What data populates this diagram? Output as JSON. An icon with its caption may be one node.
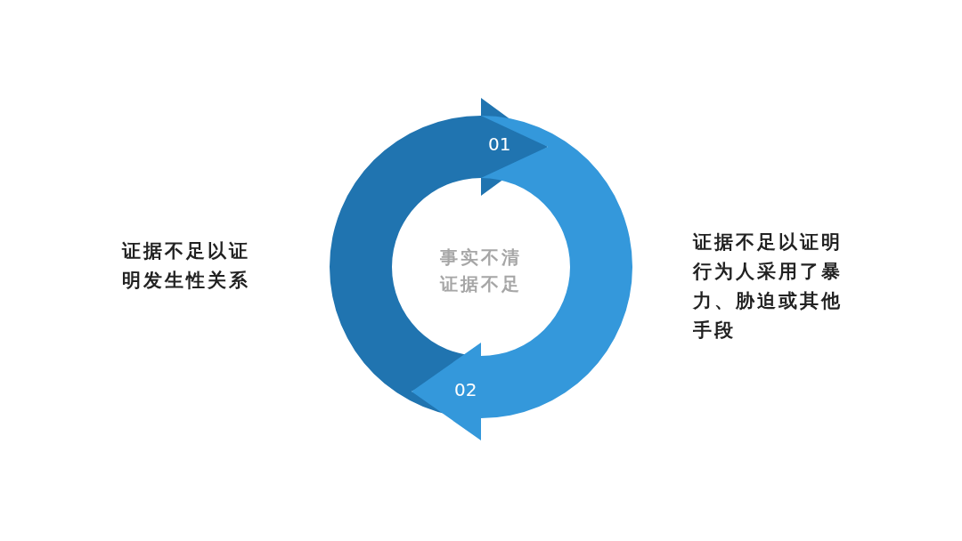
{
  "diagram": {
    "nodes": [
      {
        "text": [
          "01"
        ]
      },
      {
        "text": [
          "02"
        ]
      },
      {
        "text": [
          "事实不清证据不足"
        ]
      }
    ],
    "labels": [
      "证据不足以证明发生性关系",
      "证据不足以证明行为人采用了暴力、胁迫或其他手段"
    ]
  }
}
